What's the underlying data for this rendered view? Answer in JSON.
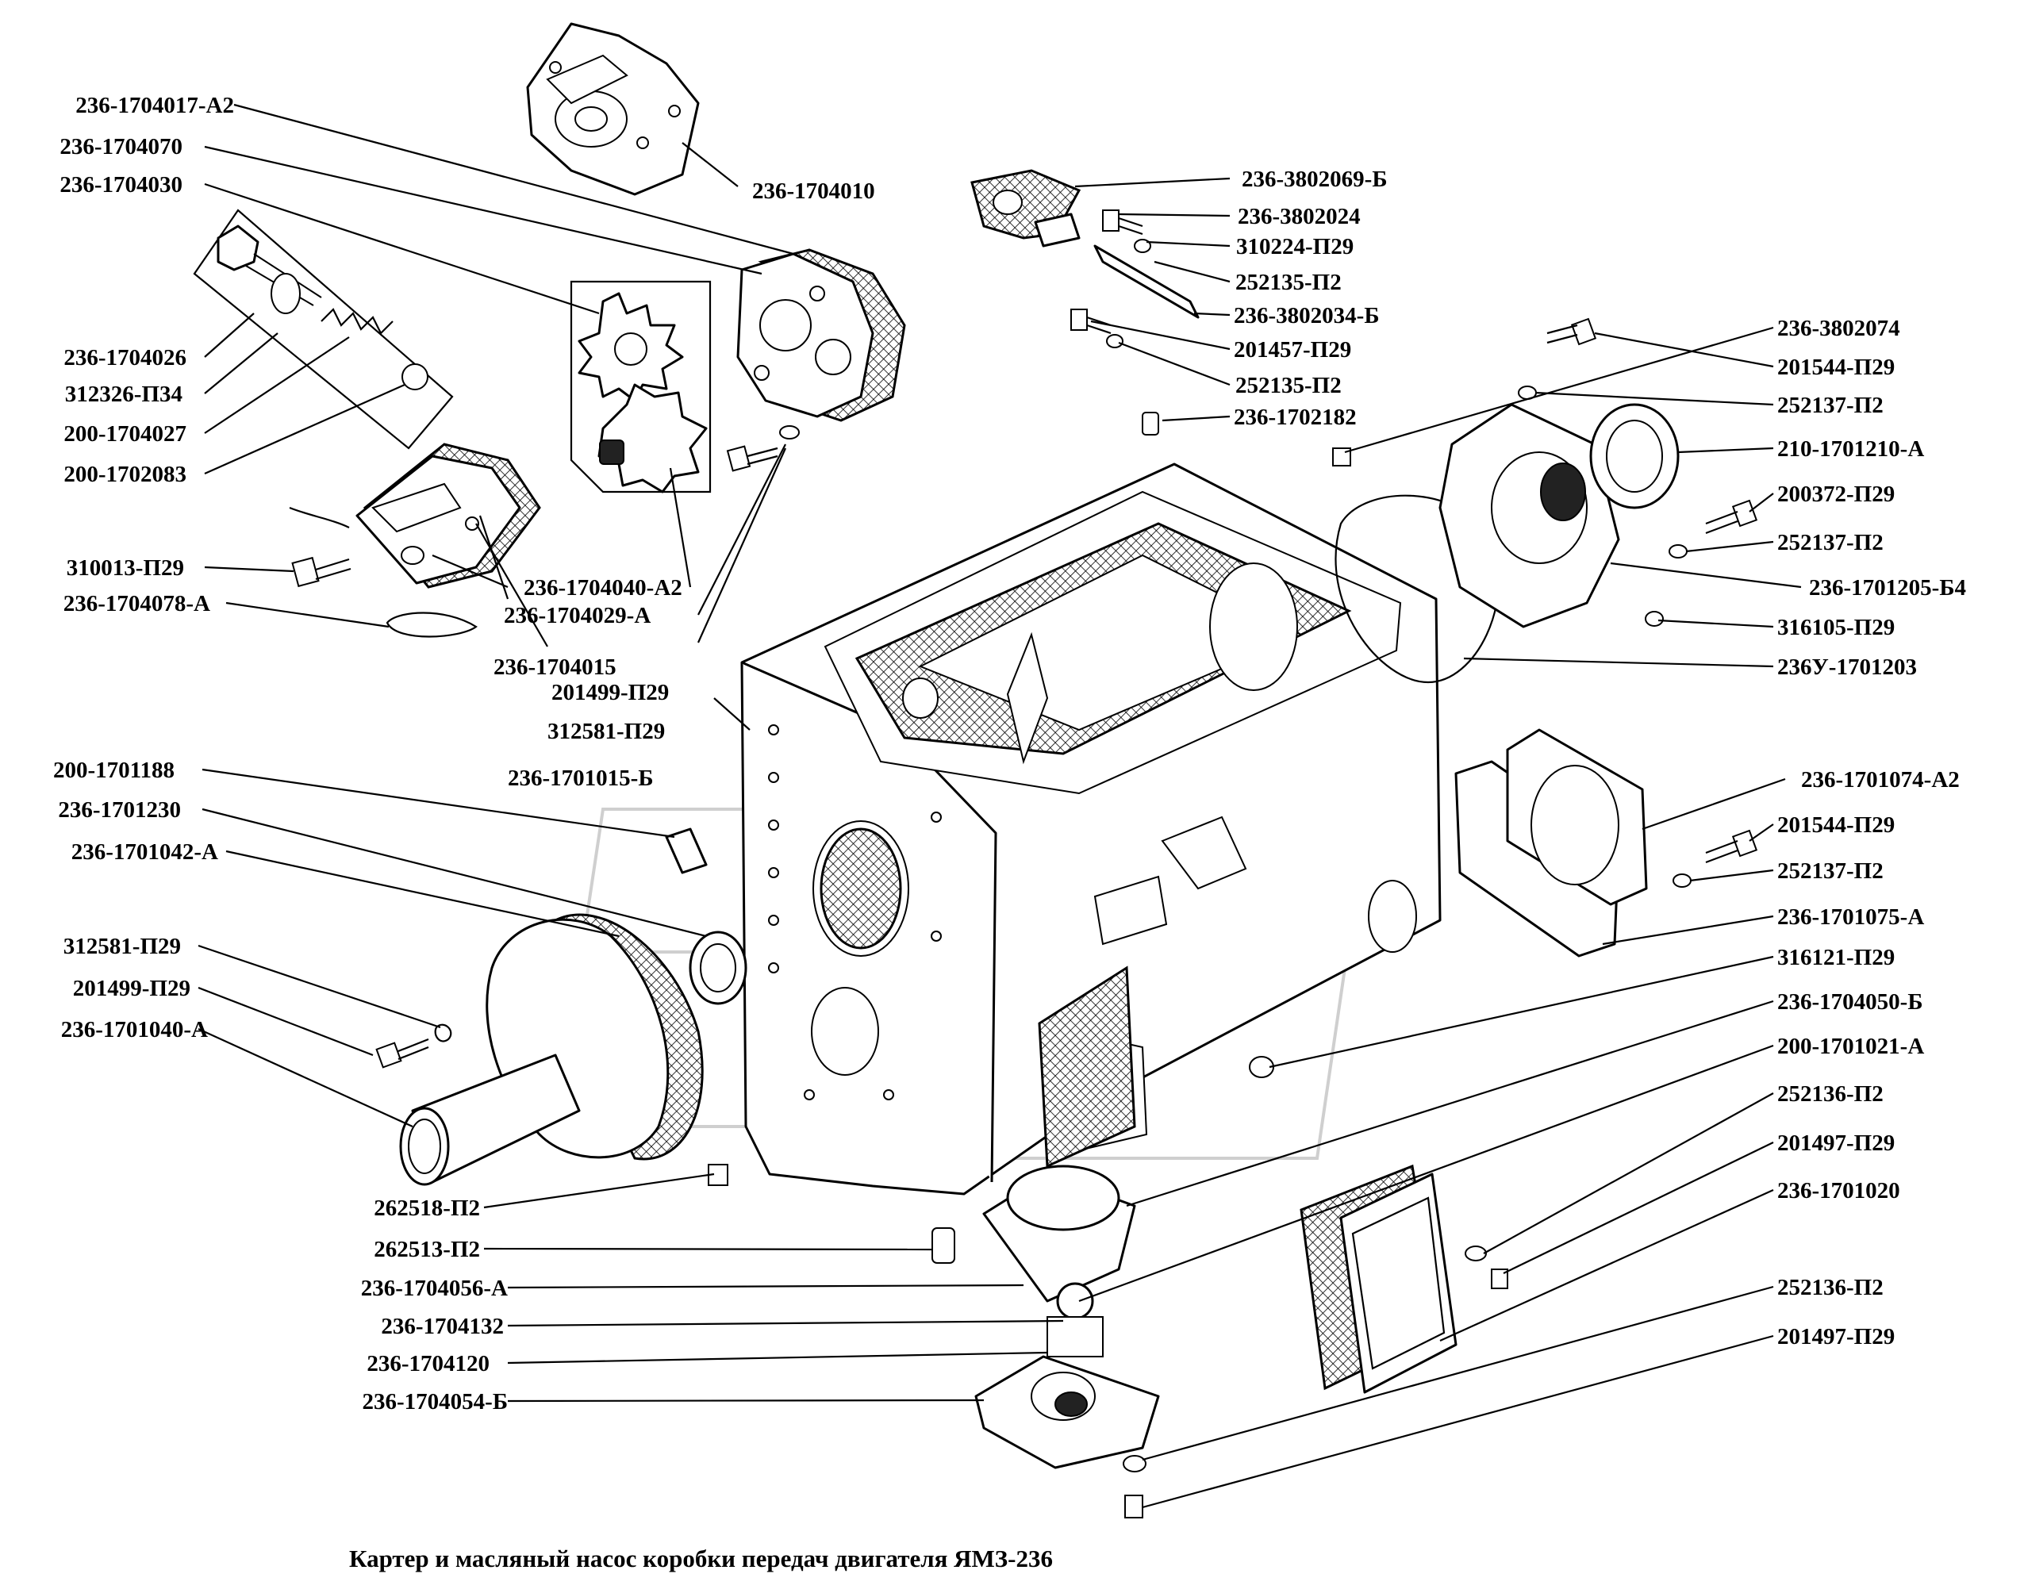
{
  "caption": "Картер и масляный насос коробки передач  двигателя ЯМЗ-236",
  "labels": {
    "l_236_1704017_A2": "236-1704017-А2",
    "l_236_1704070": "236-1704070",
    "l_236_1704030": "236-1704030",
    "l_236_1704010": "236-1704010",
    "l_236_1704026": "236-1704026",
    "l_312326_P34": "312326-П34",
    "l_200_1704027": "200-1704027",
    "l_200_1702083": "200-1702083",
    "l_310013_P29": "310013-П29",
    "l_236_1704078_A": "236-1704078-А",
    "l_236_1704040_A2": "236-1704040-А2",
    "l_236_1704029_A": "236-1704029-А",
    "l_236_1704015": "236-1704015",
    "l_201499_P29_a": "201499-П29",
    "l_312581_P29_a": "312581-П29",
    "l_236_1701015_B": "236-1701015-Б",
    "l_200_1701188": "200-1701188",
    "l_236_1701230": "236-1701230",
    "l_236_1701042_A": "236-1701042-А",
    "l_312581_P29_b": "312581-П29",
    "l_201499_P29_b": "201499-П29",
    "l_236_1701040_A": "236-1701040-А",
    "l_262518_P2": "262518-П2",
    "l_262513_P2": "262513-П2",
    "l_236_1704056_A": "236-1704056-А",
    "l_236_1704132": "236-1704132",
    "l_236_1704120": "236-1704120",
    "l_236_1704054_B": "236-1704054-Б",
    "l_236_3802069_B": "236-3802069-Б",
    "l_236_3802024": "236-3802024",
    "l_310224_P29": "310224-П29",
    "l_252135_P2_a": "252135-П2",
    "l_236_3802034_B": "236-3802034-Б",
    "l_201457_P29": "201457-П29",
    "l_252135_P2_b": "252135-П2",
    "l_236_1702182": "236-1702182",
    "l_236_3802074": "236-3802074",
    "l_201544_P29_a": "201544-П29",
    "l_252137_P2_a": "252137-П2",
    "l_210_1701210_A": "210-1701210-А",
    "l_200372_P29": "200372-П29",
    "l_252137_P2_b": "252137-П2",
    "l_236_1701205_B4": "236-1701205-Б4",
    "l_316105_P29": "316105-П29",
    "l_236U_1701203": "236У-1701203",
    "l_236_1701074_A2": "236-1701074-А2",
    "l_201544_P29_b": "201544-П29",
    "l_252137_P2_c": "252137-П2",
    "l_236_1701075_A": "236-1701075-А",
    "l_316121_P29": "316121-П29",
    "l_236_1704050_B": "236-1704050-Б",
    "l_200_1701021_A": "200-1701021-А",
    "l_252136_P2_a": "252136-П2",
    "l_201497_P29_a": "201497-П29",
    "l_236_1701020": "236-1701020",
    "l_252136_P2_b": "252136-П2",
    "l_201497_P29_b": "201497-П29"
  }
}
